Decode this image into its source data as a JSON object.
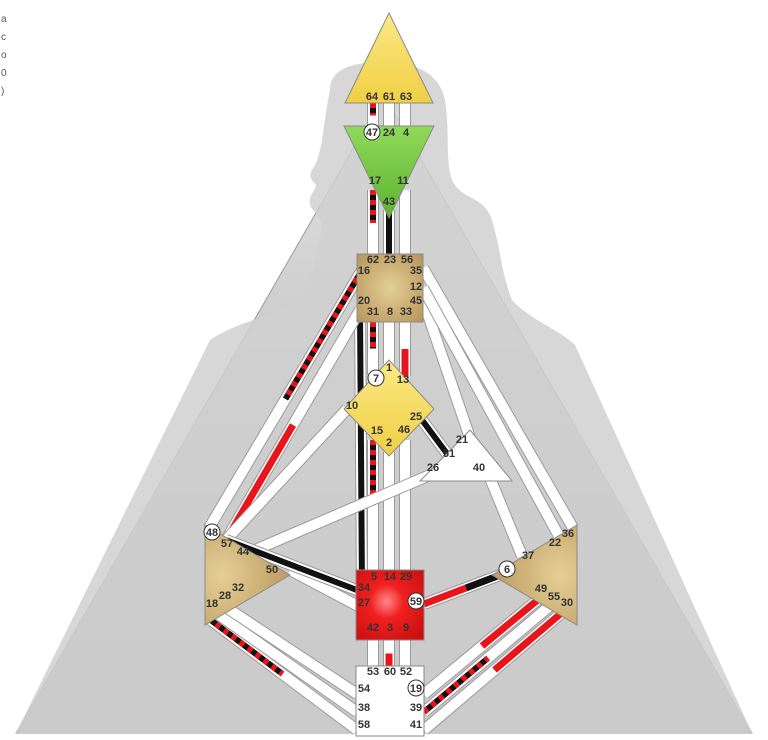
{
  "colors": {
    "background": "#ffffff",
    "body_silhouette": "#cdcdcd",
    "triangle_background": "#bdbdbd",
    "channel_outline": "#9a9a9a",
    "channel_fill": "#ffffff",
    "activation_red": "#e8161c",
    "activation_black": "#111111",
    "center_yellow": "#f7dd66",
    "center_green": "#7fcf4a",
    "center_tan": "#c7a868",
    "center_red": "#e31b1b",
    "center_white": "#ffffff"
  },
  "centers": [
    {
      "id": "head",
      "shape": "triangle-up",
      "color": "yellow",
      "defined": true
    },
    {
      "id": "ajna",
      "shape": "triangle-down",
      "color": "green",
      "defined": true
    },
    {
      "id": "throat",
      "shape": "square",
      "color": "tan",
      "defined": true
    },
    {
      "id": "g-center",
      "shape": "diamond",
      "color": "yellow",
      "defined": true
    },
    {
      "id": "heart",
      "shape": "triangle",
      "color": "white",
      "defined": false
    },
    {
      "id": "spleen",
      "shape": "triangle",
      "color": "tan",
      "defined": true
    },
    {
      "id": "solar-plexus",
      "shape": "triangle",
      "color": "tan",
      "defined": true
    },
    {
      "id": "sacral",
      "shape": "square",
      "color": "red",
      "defined": true
    },
    {
      "id": "root",
      "shape": "square",
      "color": "white",
      "defined": false
    }
  ],
  "gates": [
    {
      "n": "64",
      "circled": false
    },
    {
      "n": "61",
      "circled": false
    },
    {
      "n": "63",
      "circled": false
    },
    {
      "n": "47",
      "circled": true
    },
    {
      "n": "24",
      "circled": false
    },
    {
      "n": "4",
      "circled": false
    },
    {
      "n": "17",
      "circled": false
    },
    {
      "n": "11",
      "circled": false
    },
    {
      "n": "43",
      "circled": false
    },
    {
      "n": "62",
      "circled": false
    },
    {
      "n": "23",
      "circled": false
    },
    {
      "n": "56",
      "circled": false
    },
    {
      "n": "16",
      "circled": false
    },
    {
      "n": "35",
      "circled": false
    },
    {
      "n": "12",
      "circled": false
    },
    {
      "n": "20",
      "circled": false
    },
    {
      "n": "45",
      "circled": false
    },
    {
      "n": "31",
      "circled": false
    },
    {
      "n": "8",
      "circled": false
    },
    {
      "n": "33",
      "circled": false
    },
    {
      "n": "7",
      "circled": true
    },
    {
      "n": "1",
      "circled": false
    },
    {
      "n": "13",
      "circled": false
    },
    {
      "n": "10",
      "circled": false
    },
    {
      "n": "25",
      "circled": false
    },
    {
      "n": "15",
      "circled": false
    },
    {
      "n": "46",
      "circled": false
    },
    {
      "n": "2",
      "circled": false
    },
    {
      "n": "21",
      "circled": false
    },
    {
      "n": "51",
      "circled": false
    },
    {
      "n": "26",
      "circled": false
    },
    {
      "n": "40",
      "circled": false
    },
    {
      "n": "48",
      "circled": true
    },
    {
      "n": "57",
      "circled": false
    },
    {
      "n": "44",
      "circled": false
    },
    {
      "n": "50",
      "circled": false
    },
    {
      "n": "32",
      "circled": false
    },
    {
      "n": "28",
      "circled": false
    },
    {
      "n": "18",
      "circled": false
    },
    {
      "n": "36",
      "circled": false
    },
    {
      "n": "22",
      "circled": false
    },
    {
      "n": "37",
      "circled": false
    },
    {
      "n": "6",
      "circled": true
    },
    {
      "n": "49",
      "circled": false
    },
    {
      "n": "55",
      "circled": false
    },
    {
      "n": "30",
      "circled": false
    },
    {
      "n": "5",
      "circled": false
    },
    {
      "n": "14",
      "circled": false
    },
    {
      "n": "29",
      "circled": false
    },
    {
      "n": "34",
      "circled": false
    },
    {
      "n": "27",
      "circled": false
    },
    {
      "n": "59",
      "circled": true
    },
    {
      "n": "42",
      "circled": false
    },
    {
      "n": "3",
      "circled": false
    },
    {
      "n": "9",
      "circled": false
    },
    {
      "n": "53",
      "circled": false
    },
    {
      "n": "60",
      "circled": false
    },
    {
      "n": "52",
      "circled": false
    },
    {
      "n": "54",
      "circled": false
    },
    {
      "n": "19",
      "circled": true
    },
    {
      "n": "38",
      "circled": false
    },
    {
      "n": "39",
      "circled": false
    },
    {
      "n": "58",
      "circled": false
    },
    {
      "n": "41",
      "circled": false
    }
  ],
  "channels": [
    {
      "gates": [
        "64",
        "47"
      ],
      "activation": "striped"
    },
    {
      "gates": [
        "61",
        "24"
      ],
      "activation": "none"
    },
    {
      "gates": [
        "63",
        "4"
      ],
      "activation": "none"
    },
    {
      "gates": [
        "17",
        "62"
      ],
      "activation": "striped"
    },
    {
      "gates": [
        "43",
        "23"
      ],
      "activation": "black"
    },
    {
      "gates": [
        "11",
        "56"
      ],
      "activation": "none"
    },
    {
      "gates": [
        "31",
        "7"
      ],
      "activation": "striped"
    },
    {
      "gates": [
        "8",
        "1"
      ],
      "activation": "none"
    },
    {
      "gates": [
        "33",
        "13"
      ],
      "activation": "red"
    },
    {
      "gates": [
        "20",
        "34"
      ],
      "activation": "black"
    },
    {
      "gates": [
        "16",
        "48"
      ],
      "activation": "striped"
    },
    {
      "gates": [
        "20",
        "57"
      ],
      "activation": "red"
    },
    {
      "gates": [
        "10",
        "57"
      ],
      "activation": "none"
    },
    {
      "gates": [
        "25",
        "51"
      ],
      "activation": "black"
    },
    {
      "gates": [
        "45",
        "21"
      ],
      "activation": "none"
    },
    {
      "gates": [
        "35",
        "36"
      ],
      "activation": "none"
    },
    {
      "gates": [
        "12",
        "22"
      ],
      "activation": "none"
    },
    {
      "gates": [
        "2",
        "14"
      ],
      "activation": "none"
    },
    {
      "gates": [
        "15",
        "5"
      ],
      "activation": "striped"
    },
    {
      "gates": [
        "46",
        "29"
      ],
      "activation": "none"
    },
    {
      "gates": [
        "26",
        "44"
      ],
      "activation": "none"
    },
    {
      "gates": [
        "40",
        "37"
      ],
      "activation": "none"
    },
    {
      "gates": [
        "50",
        "27"
      ],
      "activation": "none"
    },
    {
      "gates": [
        "57",
        "34"
      ],
      "activation": "black"
    },
    {
      "gates": [
        "59",
        "6"
      ],
      "activation": "red-black"
    },
    {
      "gates": [
        "42",
        "53"
      ],
      "activation": "none"
    },
    {
      "gates": [
        "3",
        "60"
      ],
      "activation": "red"
    },
    {
      "gates": [
        "9",
        "52"
      ],
      "activation": "none"
    },
    {
      "gates": [
        "18",
        "58"
      ],
      "activation": "striped"
    },
    {
      "gates": [
        "28",
        "38"
      ],
      "activation": "none"
    },
    {
      "gates": [
        "32",
        "54"
      ],
      "activation": "none"
    },
    {
      "gates": [
        "19",
        "49"
      ],
      "activation": "red"
    },
    {
      "gates": [
        "39",
        "55"
      ],
      "activation": "striped"
    },
    {
      "gates": [
        "41",
        "30"
      ],
      "activation": "red"
    }
  ],
  "corner_glyphs": [
    "a",
    "c",
    "o",
    "0",
    ")"
  ]
}
